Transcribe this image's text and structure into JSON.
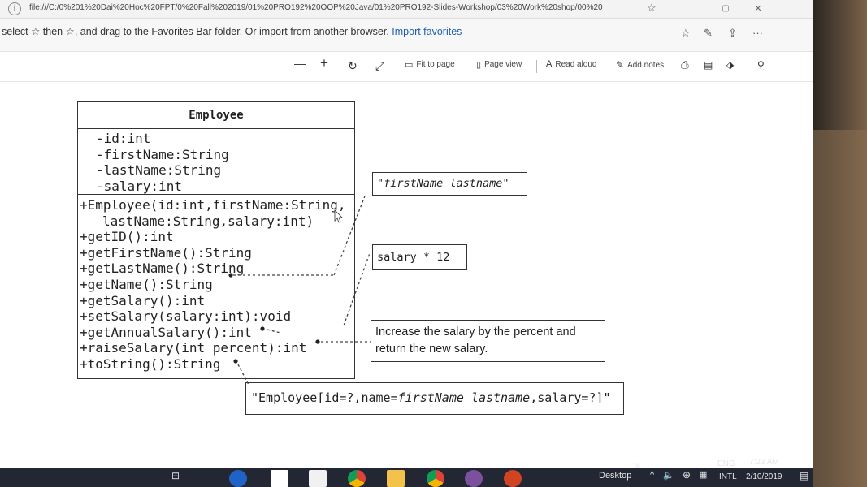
{
  "browser": {
    "url": "file:///C:/0%201%20Dai%20Hoc%20FPT/0%20Fall%202019/01%20PRO192%20OOP%20Java/01%20PRO192-Slides-Workshop/03%20Work%20shop/00%20",
    "favorites_hint": "select ☆ then ☆, and drag to the Favorites Bar folder. Or import from another browser.",
    "import_link": "Import favorites"
  },
  "pdf_toolbar": {
    "zoom_out": "—",
    "zoom_in": "+",
    "fit_label": "Fit to page",
    "page_view_label": "Page view",
    "read_aloud_label": "Read aloud",
    "add_notes_label": "Add notes"
  },
  "uml": {
    "class_name": "Employee",
    "fields": [
      "-id:int",
      "-firstName:String",
      "-lastName:String",
      "-salary:int"
    ],
    "methods": [
      "+Employee(id:int,firstName:String,",
      "lastName:String,salary:int)",
      "+getID():int",
      "+getFirstName():String",
      "+getLastName():String",
      "+getName():String",
      "+getSalary():int",
      "+setSalary(salary:int):void",
      "+getAnnualSalary():int",
      "+raiseSalary(int percent):int",
      "+toString():String"
    ]
  },
  "notes": {
    "name_note": "\"firstName lastname\"",
    "annual_note": "salary * 12",
    "raise_note_line1": "Increase the salary by the percent and",
    "raise_note_line2": "return the new salary.",
    "tostring_prefix": "\"Employee[id=?,name=",
    "tostring_italic": "firstName lastname",
    "tostring_suffix": ",salary=?]\""
  },
  "taskbar": {
    "desktop_label": "Desktop",
    "chevron": "»",
    "lang_top": "ENG",
    "lang_bottom": "INTL",
    "time": "7:23 AM",
    "date": "2/10/2019"
  },
  "colors": {
    "taskbar": "#222733",
    "link": "#1a5fb4"
  }
}
